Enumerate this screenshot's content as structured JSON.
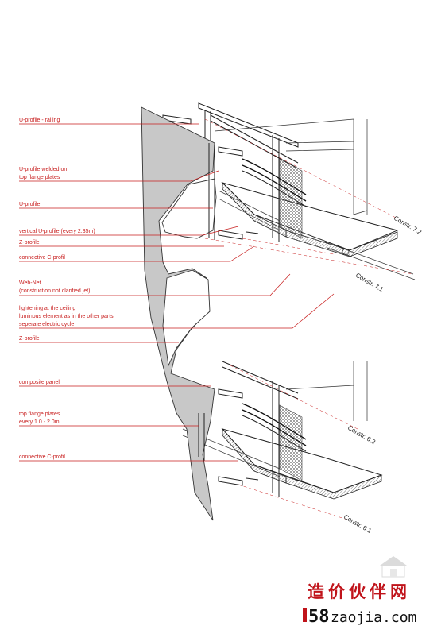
{
  "labels": [
    "U-profile - railing",
    "U-profile welded on",
    "top flange plates",
    "U-profile",
    "vertical U-profile (every 2.35m)",
    "Z-profile",
    "connective C-profil",
    "Web-Net",
    "(construction not clarified jet)",
    "lightening at the ceiling",
    "luminous element as in the other parts",
    "seperate electric cycle",
    "Z-profile",
    "composite panel",
    "top flange plates",
    "every 1.0 - 2.0m",
    "connective C-profil"
  ],
  "constructions": [
    "Constr. 7.2",
    "Constr. 7.1",
    "Constr. 6.2",
    "Constr. 6.1"
  ],
  "watermark": {
    "brand": "造价伙伴网",
    "number": "58",
    "domain": "zaojia.com"
  },
  "colors": {
    "label_red": "#c81e1e",
    "panel_grey": "#c8c8c8",
    "slab_hatch": "#555555",
    "watermark_red": "#c0131a"
  }
}
